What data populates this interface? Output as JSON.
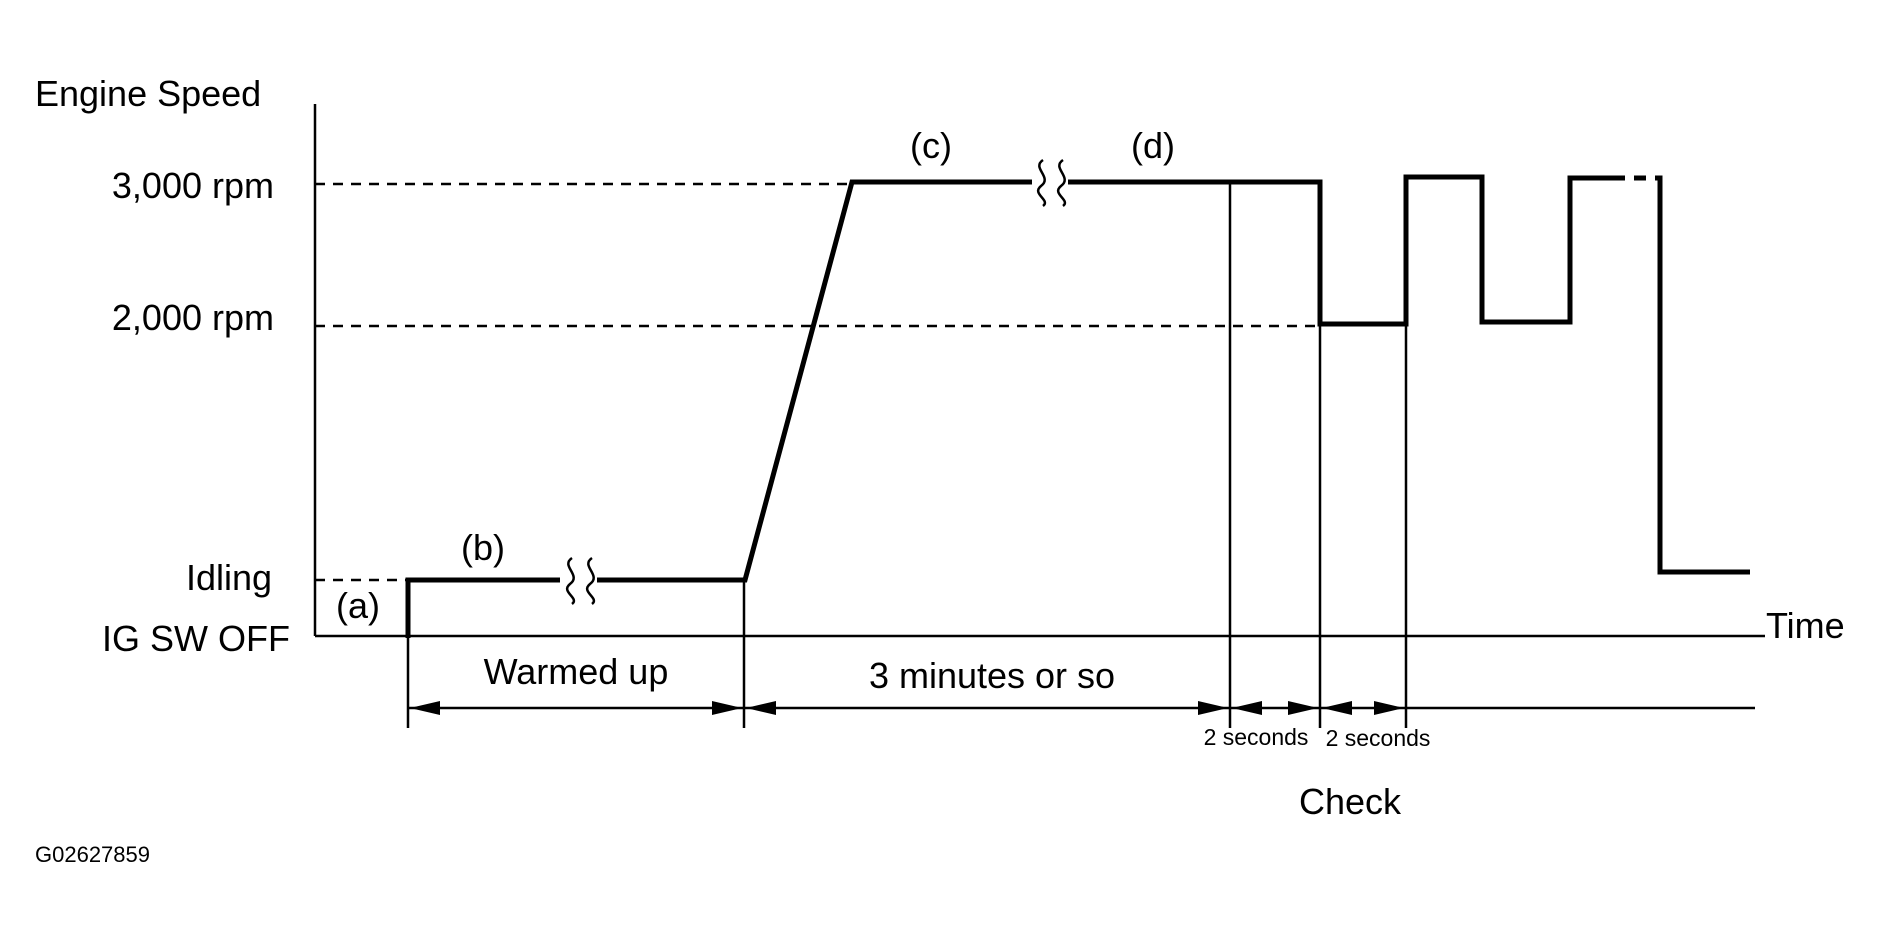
{
  "y_axis": {
    "title": "Engine Speed",
    "levels": {
      "rpm3000": "3,000 rpm",
      "rpm2000": "2,000 rpm",
      "idling": "Idling",
      "off": "IG SW OFF"
    }
  },
  "x_axis": {
    "title": "Time"
  },
  "stages": {
    "a": "(a)",
    "b": "(b)",
    "c": "(c)",
    "d": "(d)"
  },
  "durations": {
    "warmed_up": "Warmed up",
    "three_minutes": "3 minutes or so",
    "two_seconds_1": "2 seconds",
    "two_seconds_2": "2 seconds"
  },
  "check_label": "Check",
  "figure_code": "G02627859"
}
